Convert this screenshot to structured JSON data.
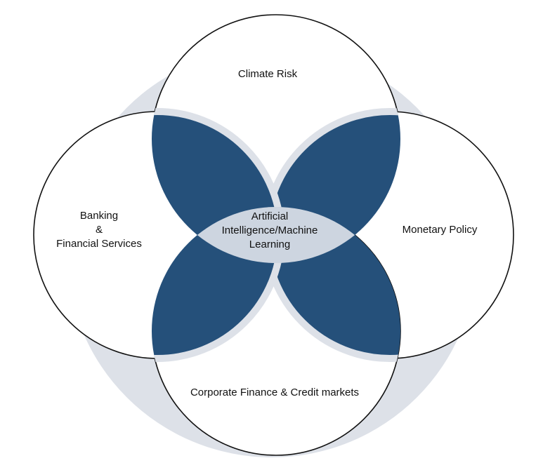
{
  "colors": {
    "halo": "#dde1e8",
    "lens_fill": "#25507a",
    "center_fill": "#cdd5e0",
    "circle_fill": "#ffffff",
    "outline": "#111111"
  },
  "center": {
    "line1": "Artificial",
    "line2": "Intelligence/Machine",
    "line3": "Learning"
  },
  "petals": {
    "top": "Climate Risk",
    "right": "Monetary Policy",
    "bottom": "Corporate Finance & Credit markets",
    "left": {
      "line1": "Banking",
      "line2": "&",
      "line3": "Financial Services"
    }
  }
}
